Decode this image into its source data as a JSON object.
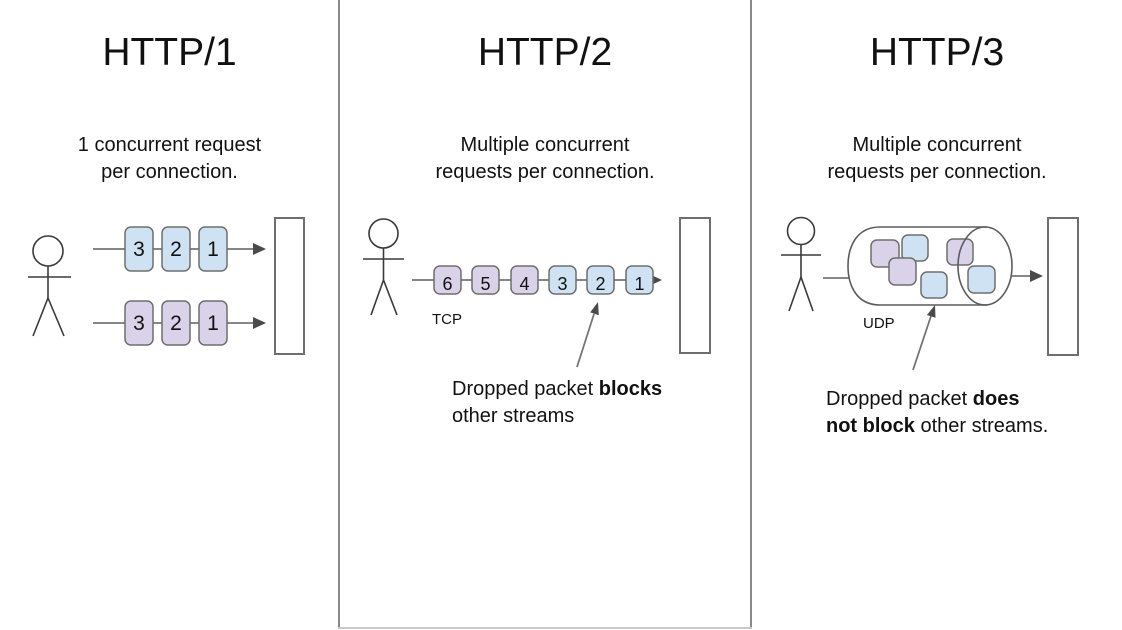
{
  "colors": {
    "packet_blue": "#cfe2f3",
    "packet_purple": "#d9d2e9",
    "line_gray": "#757575",
    "border_gray": "#6e6e6e"
  },
  "panels": [
    {
      "title": "HTTP/1",
      "subtitle": [
        "1 concurrent request",
        "per connection."
      ],
      "streams": [
        {
          "packets": [
            "3",
            "2",
            "1"
          ]
        },
        {
          "packets": [
            "3",
            "2",
            "1"
          ]
        }
      ]
    },
    {
      "title": "HTTP/2",
      "subtitle": [
        "Multiple concurrent",
        "requests per connection."
      ],
      "transport": "TCP",
      "packets": [
        "6",
        "5",
        "4",
        "3",
        "2",
        "1"
      ],
      "annotation": {
        "line1_normal": "Dropped packet ",
        "line1_bold": "blocks",
        "line2_normal": "other streams"
      }
    },
    {
      "title": "HTTP/3",
      "subtitle": [
        "Multiple concurrent",
        "requests per connection."
      ],
      "transport": "UDP",
      "annotation": {
        "line1_normal": "Dropped packet ",
        "line1_bold": "does",
        "line2_bold": "not block",
        "line2_normal": " other streams."
      }
    }
  ]
}
